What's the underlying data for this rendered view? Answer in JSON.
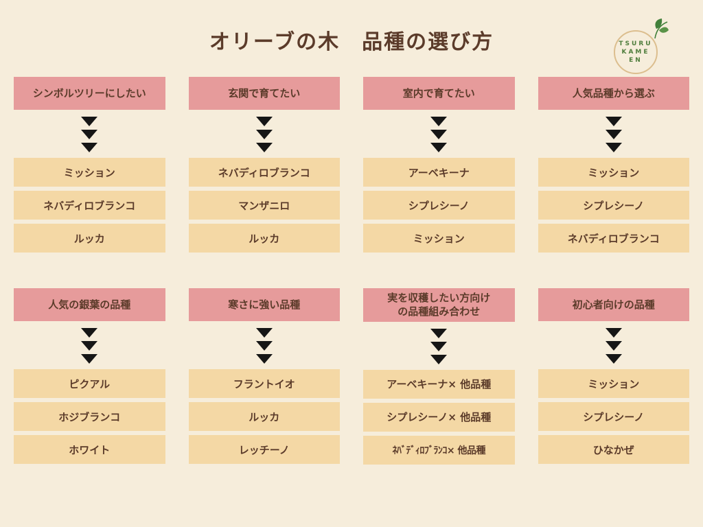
{
  "page": {
    "title": "オリーブの木　品種の選び方"
  },
  "logo": {
    "line1": "TSURU",
    "line2": "KAME",
    "line3": "EN"
  },
  "columns": [
    {
      "header": "シンボルツリーにしたい",
      "items": [
        "ミッション",
        "ネバディロブランコ",
        "ルッカ"
      ]
    },
    {
      "header": "玄関で育てたい",
      "items": [
        "ネバディロブランコ",
        "マンザニロ",
        "ルッカ"
      ]
    },
    {
      "header": "室内で育てたい",
      "items": [
        "アーベキーナ",
        "シプレシーノ",
        "ミッション"
      ]
    },
    {
      "header": "人気品種から選ぶ",
      "items": [
        "ミッション",
        "シプレシーノ",
        "ネバディロブランコ"
      ]
    },
    {
      "header": "人気の銀葉の品種",
      "items": [
        "ピクアル",
        "ホジブランコ",
        "ホワイト"
      ]
    },
    {
      "header": "寒さに強い品種",
      "items": [
        "フラントイオ",
        "ルッカ",
        "レッチーノ"
      ]
    },
    {
      "header": "実を収穫したい方向け\nの品種組み合わせ",
      "items": [
        "アーベキーナ× 他品種",
        "シプレシーノ× 他品種",
        "ﾈﾊﾞﾃﾞｨﾛﾌﾞﾗﾝｺ× 他品種"
      ]
    },
    {
      "header": "初心者向けの品種",
      "items": [
        "ミッション",
        "シプレシーノ",
        "ひなかぜ"
      ]
    }
  ],
  "colors": {
    "background": "#f6eddb",
    "header_pink": "#e69b9b",
    "item_tan": "#f4d8a5",
    "text_brown": "#5b3b2a",
    "arrow_black": "#161616",
    "logo_green": "#4e7d3c",
    "logo_ring": "#dcbe8e"
  }
}
